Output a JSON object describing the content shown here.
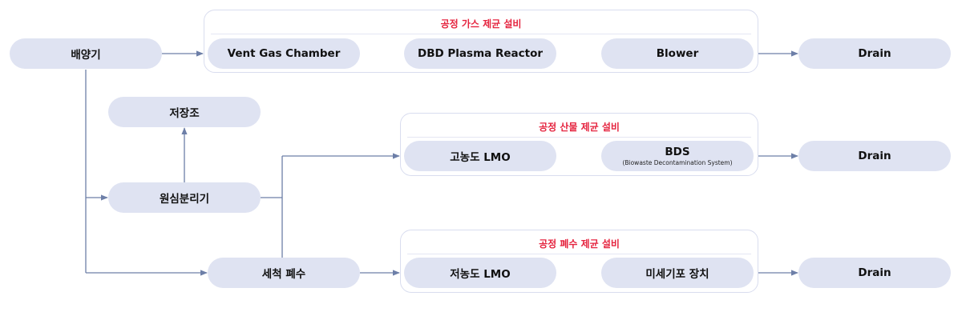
{
  "colors": {
    "pill": "#dfe3f2",
    "line": "#6d7fa8",
    "title": "#e5243f",
    "border": "#d9ddef"
  },
  "groups": {
    "gas": {
      "title": "공정 가스 제균 설비"
    },
    "acid": {
      "title": "공정 산물 제균 설비"
    },
    "waste": {
      "title": "공정 폐수 제균 설비"
    }
  },
  "nodes": {
    "baeyanggi": "배양기",
    "vent": "Vent Gas Chamber",
    "dbd": "DBD Plasma Reactor",
    "blower": "Blower",
    "drain1": "Drain",
    "storage": "저장조",
    "centrifuge": "원심분리기",
    "high_lmo": "고농도 LMO",
    "bds": "BDS",
    "bds_sub": "(Biowaste Decontamination System)",
    "drain2": "Drain",
    "wash": "세척 폐수",
    "low_lmo": "저농도 LMO",
    "bubble": "미세기포 장치",
    "drain3": "Drain"
  },
  "icons": {
    "chevron": "chevron-right-icon",
    "arrow": "arrowhead-icon"
  }
}
